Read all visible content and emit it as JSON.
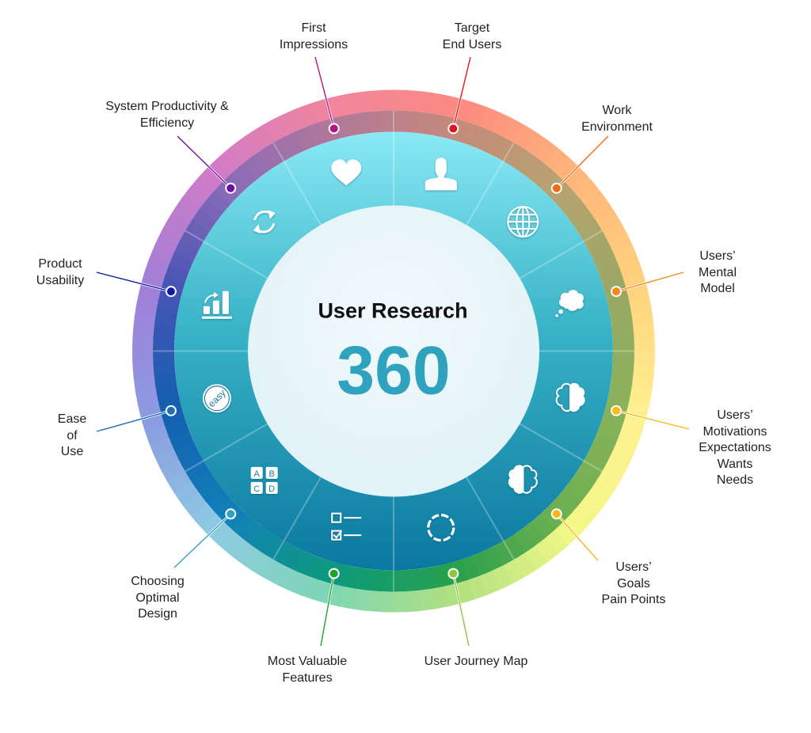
{
  "title": "User Research",
  "number": "360",
  "colors": {
    "center_number": "#2fa2bd",
    "center_fill": "#eaf6fa",
    "teal_top": "#84e6f2",
    "teal_bottom": "#0c7fa3",
    "divider": "#ffffff"
  },
  "segments": [
    {
      "id": "first-impressions",
      "lines": [
        "First",
        "Impressions"
      ],
      "icon": "heart-icon",
      "dot_color": "#b0177f",
      "outer_color": "#f0859e",
      "inner_color": "#b1789a"
    },
    {
      "id": "target-end-users",
      "lines": [
        "Target",
        "End Users"
      ],
      "icon": "user-icon",
      "dot_color": "#e3151b",
      "outer_color": "#fc8a7f",
      "inner_color": "#c58a7a"
    },
    {
      "id": "work-environment",
      "lines": [
        "Work",
        "Environment"
      ],
      "icon": "globe-icon",
      "dot_color": "#f26b12",
      "outer_color": "#ffb57a",
      "inner_color": "#b7a371"
    },
    {
      "id": "users-mental-model",
      "lines": [
        "Users’",
        "Mental",
        "Model"
      ],
      "icon": "thought-bubble-icon",
      "dot_color": "#f5871b",
      "outer_color": "#ffd27e",
      "inner_color": "#9aa864"
    },
    {
      "id": "users-motivations",
      "lines": [
        "Users’",
        "Motivations",
        "Expectations",
        "Wants",
        "Needs"
      ],
      "icon": "brain-right-icon",
      "dot_color": "#f9bb14",
      "outer_color": "#fff190",
      "inner_color": "#88b25a"
    },
    {
      "id": "users-goals",
      "lines": [
        "Users’",
        "Goals",
        "Pain Points"
      ],
      "icon": "brain-left-icon",
      "dot_color": "#fbb81a",
      "outer_color": "#f2f887",
      "inner_color": "#6db050"
    },
    {
      "id": "user-journey-map",
      "lines": [
        "User Journey Map"
      ],
      "icon": "dashed-circle-icon",
      "dot_color": "#8ec63f",
      "outer_color": "#b2e07f",
      "inner_color": "#28a04c"
    },
    {
      "id": "most-valuable-features",
      "lines": [
        "Most Valuable",
        "Features"
      ],
      "icon": "checklist-icon",
      "dot_color": "#21a325",
      "outer_color": "#7ed6b5",
      "inner_color": "#0d9a7c"
    },
    {
      "id": "choosing-optimal-design",
      "lines": [
        "Choosing",
        "Optimal",
        "Design"
      ],
      "icon": "abcd-options-icon",
      "dot_color": "#2da3c0",
      "outer_color": "#8dcbe3",
      "inner_color": "#1281b9"
    },
    {
      "id": "ease-of-use",
      "lines": [
        "Ease",
        "of",
        "Use"
      ],
      "icon": "easy-badge-icon",
      "dot_color": "#1d6fb8",
      "outer_color": "#8b9be0",
      "inner_color": "#135fb0"
    },
    {
      "id": "product-usability",
      "lines": [
        "Product",
        "Usability"
      ],
      "icon": "growth-chart-icon",
      "dot_color": "#0e1ca1",
      "outer_color": "#a17fd6",
      "inner_color": "#4554b5"
    },
    {
      "id": "system-productivity",
      "lines": [
        "System Productivity &",
        "Efficiency"
      ],
      "icon": "sync-arrows-icon",
      "dot_color": "#6a0fa4",
      "outer_color": "#d17cc7",
      "inner_color": "#8a6bb8"
    }
  ],
  "icon_text": {
    "easy": "easy",
    "abcd": [
      "A",
      "B",
      "C",
      "D"
    ]
  }
}
